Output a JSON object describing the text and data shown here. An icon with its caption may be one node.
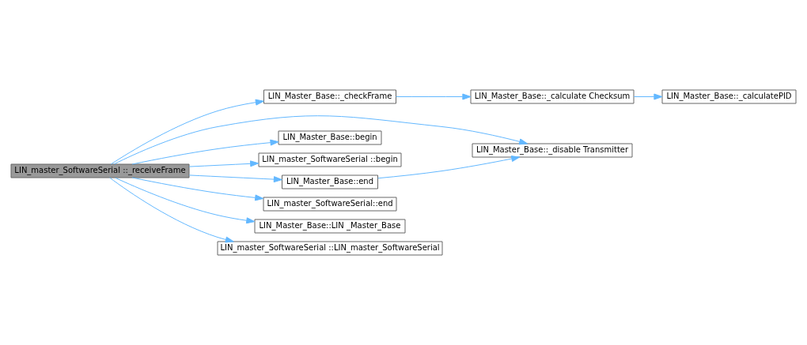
{
  "diagram": {
    "nodes": [
      {
        "text": [
          "LIN_master_SoftwareSerial ::_receiveFrame"
        ]
      },
      {
        "text": [
          "LIN_Master_Base::_checkFrame"
        ]
      },
      {
        "text": [
          "LIN_Master_Base::_calculate Checksum"
        ]
      },
      {
        "text": [
          "LIN_Master_Base::_calculatePID"
        ]
      },
      {
        "text": [
          "LIN_Master_Base::_disable Transmitter"
        ]
      },
      {
        "text": [
          "LIN_Master_Base::begin"
        ]
      },
      {
        "text": [
          "LIN_master_SoftwareSerial ::begin"
        ]
      },
      {
        "text": [
          "LIN_Master_Base::end"
        ]
      },
      {
        "text": [
          "LIN_master_SoftwareSerial::end"
        ]
      },
      {
        "text": [
          "LIN_Master_Base::LIN _Master_Base"
        ]
      },
      {
        "text": [
          "LIN_master_SoftwareSerial ::LIN_master_SoftwareSerial"
        ]
      }
    ],
    "edges": [
      {
        "from": 0,
        "to": 1,
        "arrow": "to"
      },
      {
        "from": 1,
        "to": 2,
        "arrow": "to"
      },
      {
        "from": 2,
        "to": 3,
        "arrow": "to"
      },
      {
        "from": 0,
        "to": 4,
        "arrow": "to"
      },
      {
        "from": 0,
        "to": 5,
        "arrow": "to"
      },
      {
        "from": 0,
        "to": 6,
        "arrow": "to"
      },
      {
        "from": 0,
        "to": 7,
        "arrow": "to"
      },
      {
        "from": 7,
        "to": 4,
        "arrow": "to"
      },
      {
        "from": 0,
        "to": 8,
        "arrow": "to"
      },
      {
        "from": 0,
        "to": 9,
        "arrow": "to"
      },
      {
        "from": 0,
        "to": 10,
        "arrow": "to"
      }
    ]
  }
}
